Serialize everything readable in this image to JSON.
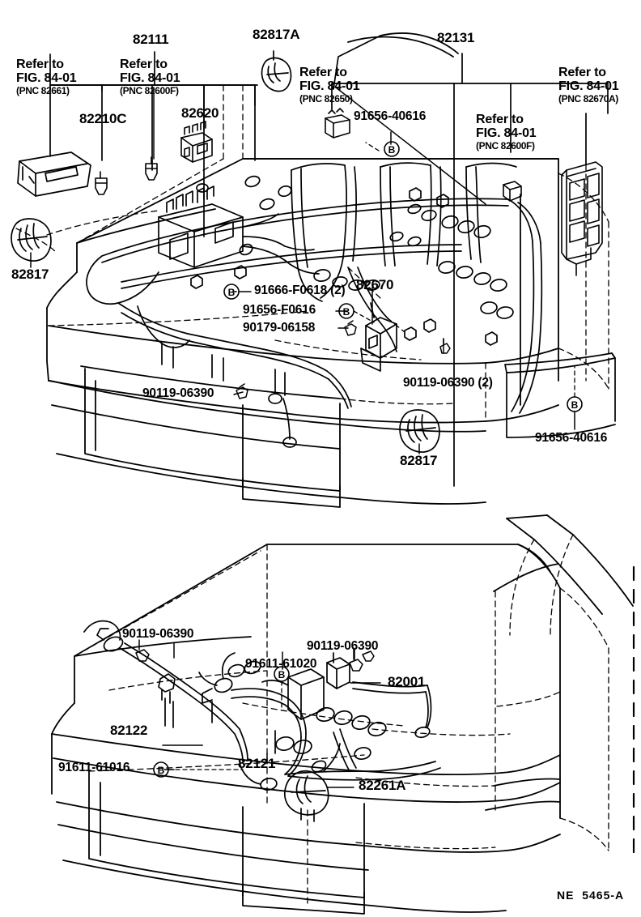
{
  "sheet": {
    "footer_code": "NE  5465-A",
    "ink": "#000000",
    "background": "#ffffff"
  },
  "upper_figure": {
    "name": "engine-room-wire-harness-front-body",
    "labels": [
      {
        "id": "u-82111",
        "text": "82111",
        "type": "part-number"
      },
      {
        "id": "u-82817A",
        "text": "82817A",
        "type": "part-number"
      },
      {
        "id": "u-82131",
        "text": "82131",
        "type": "part-number"
      },
      {
        "id": "u-82210C",
        "text": "82210C",
        "type": "part-number"
      },
      {
        "id": "u-82620",
        "text": "82620",
        "type": "part-number"
      },
      {
        "id": "u-82817-left",
        "text": "82817",
        "type": "part-number"
      },
      {
        "id": "u-82817-right",
        "text": "82817",
        "type": "part-number"
      },
      {
        "id": "u-82670",
        "text": "82670",
        "type": "part-number"
      },
      {
        "id": "u-91666",
        "text": "91666-F0618 (2)",
        "type": "hardware"
      },
      {
        "id": "u-91656-f0616",
        "text": "91656-F0616",
        "type": "hardware"
      },
      {
        "id": "u-90179",
        "text": "90179-06158",
        "type": "hardware"
      },
      {
        "id": "u-90119-left",
        "text": "90119-06390",
        "type": "hardware"
      },
      {
        "id": "u-90119-right",
        "text": "90119-06390 (2)",
        "type": "hardware"
      },
      {
        "id": "u-91656-40616-top",
        "text": "91656-40616",
        "type": "hardware"
      },
      {
        "id": "u-91656-40616-bottom",
        "text": "91656-40616",
        "type": "hardware"
      }
    ],
    "refer_blocks": [
      {
        "id": "ref-1",
        "line1": "Refer to",
        "line2": "FIG. 84-01",
        "pnc": "(PNC 82661)"
      },
      {
        "id": "ref-2",
        "line1": "Refer to",
        "line2": "FIG. 84-01",
        "pnc": "(PNC 82600F)"
      },
      {
        "id": "ref-3",
        "line1": "Refer to",
        "line2": "FIG. 84-01",
        "pnc": "(PNC 82650)"
      },
      {
        "id": "ref-4",
        "line1": "Refer to",
        "line2": "FIG. 84-01",
        "pnc": "(PNC 82600F)"
      },
      {
        "id": "ref-5",
        "line1": "Refer to",
        "line2": "FIG. 84-01",
        "pnc": "(PNC 82670A)"
      }
    ],
    "balloon_letter": "B"
  },
  "lower_figure": {
    "name": "hood-front-end-wire-harness",
    "labels": [
      {
        "id": "l-90119-left",
        "text": "90119-06390",
        "type": "hardware"
      },
      {
        "id": "l-90119-right",
        "text": "90119-06390",
        "type": "hardware"
      },
      {
        "id": "l-91611-61020",
        "text": "91611-61020",
        "type": "hardware"
      },
      {
        "id": "l-91611-61016",
        "text": "91611-61016",
        "type": "hardware"
      },
      {
        "id": "l-82001",
        "text": "82001",
        "type": "part-number"
      },
      {
        "id": "l-82122",
        "text": "82122",
        "type": "part-number"
      },
      {
        "id": "l-82121",
        "text": "82121",
        "type": "part-number"
      },
      {
        "id": "l-82261A",
        "text": "82261A",
        "type": "part-number"
      }
    ],
    "balloon_letter": "B"
  }
}
